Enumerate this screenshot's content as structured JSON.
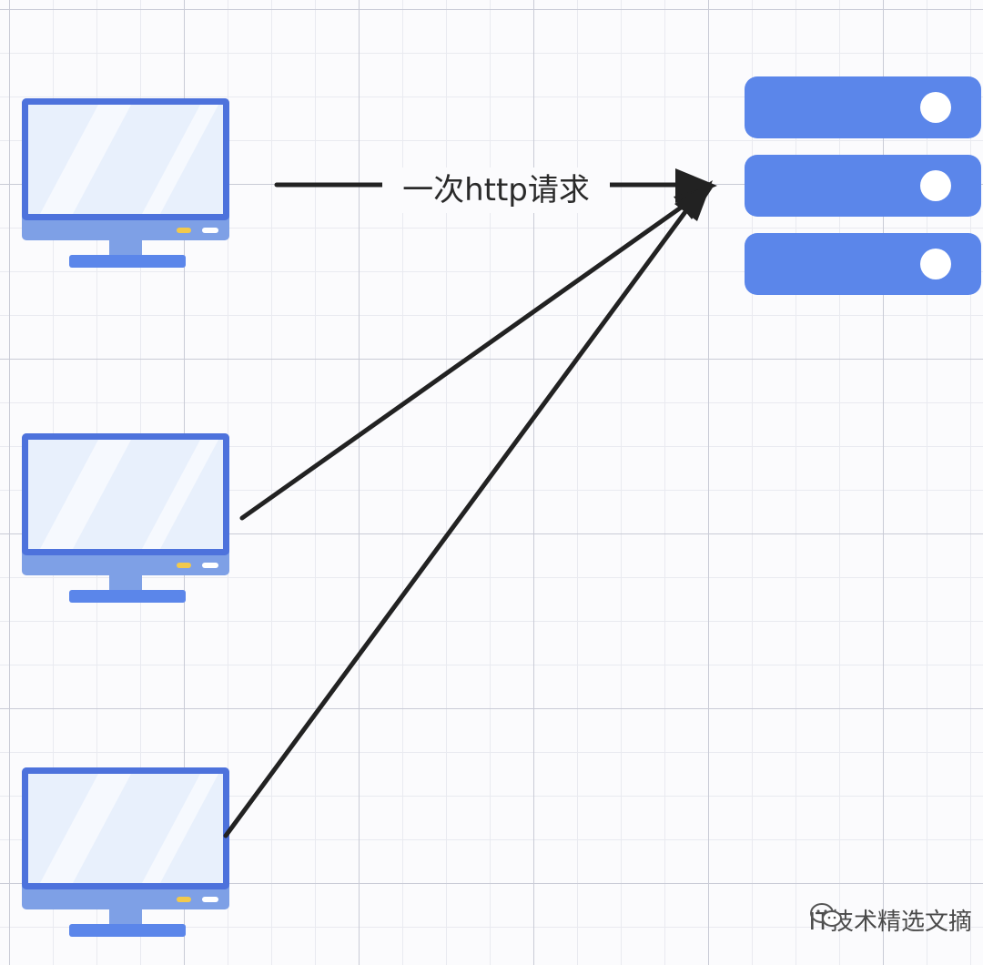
{
  "diagram": {
    "edge_label": "一次http请求",
    "clients": [
      {
        "id": "client-1"
      },
      {
        "id": "client-2"
      },
      {
        "id": "client-3"
      }
    ],
    "server": {
      "rack_units": 3
    }
  },
  "watermark": {
    "text": "IT技术精选文摘"
  },
  "colors": {
    "monitor_frame": "#5b7fe0",
    "monitor_base": "#7ea0e6",
    "screen": "#e8f0fc",
    "server": "#5b86ea",
    "arrow": "#222222"
  }
}
